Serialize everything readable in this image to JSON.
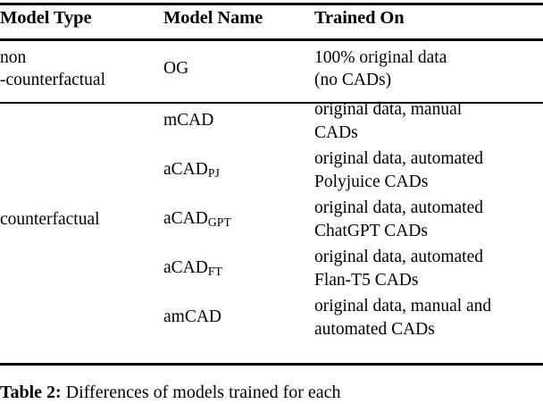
{
  "table": {
    "columns": [
      "Model Type",
      "Model Name",
      "Trained On"
    ],
    "groups": [
      {
        "type_lines": [
          "non",
          "-counterfactual"
        ],
        "rows": [
          {
            "name": "OG",
            "name_sub": "",
            "trained_on_lines": [
              "100% original data",
              "(no CADs)"
            ]
          }
        ]
      },
      {
        "type_lines": [
          "counterfactual"
        ],
        "rows": [
          {
            "name": "mCAD",
            "name_sub": "",
            "trained_on_lines": [
              "original data, manual",
              "CADs"
            ]
          },
          {
            "name": "aCAD",
            "name_sub": "PJ",
            "trained_on_lines": [
              "original data, automated",
              "Polyjuice CADs"
            ]
          },
          {
            "name": "aCAD",
            "name_sub": "GPT",
            "trained_on_lines": [
              "original data, automated",
              "ChatGPT CADs"
            ]
          },
          {
            "name": "aCAD",
            "name_sub": "FT",
            "trained_on_lines": [
              "original data, automated",
              "Flan-T5 CADs"
            ]
          },
          {
            "name": "amCAD",
            "name_sub": "",
            "trained_on_lines": [
              "original data, manual and",
              "automated CADs"
            ]
          }
        ]
      }
    ]
  },
  "caption": {
    "label": "Table 2:",
    "text": "Differences of models trained for each"
  }
}
